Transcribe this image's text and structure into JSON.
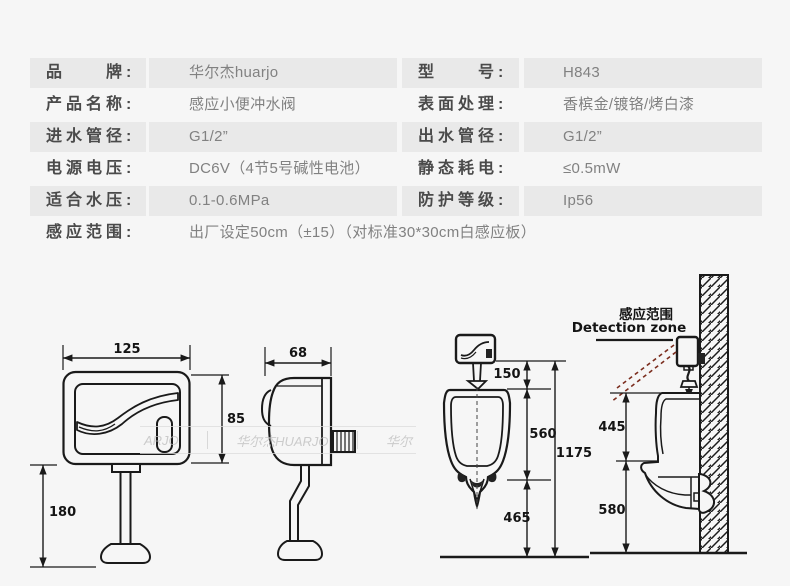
{
  "spec_table": {
    "rows": [
      {
        "cells": [
          {
            "label": "品　　牌:",
            "value": "华尔杰huarjo"
          },
          {
            "label": "型　　号:",
            "value": "H843"
          }
        ]
      },
      {
        "cells": [
          {
            "label": "产品名称:",
            "value": "感应小便冲水阀"
          },
          {
            "label": "表面处理:",
            "value": "香槟金/镀铬/烤白漆"
          }
        ]
      },
      {
        "cells": [
          {
            "label": "进水管径:",
            "value": "G1/2”"
          },
          {
            "label": "出水管径:",
            "value": "G1/2”"
          }
        ]
      },
      {
        "cells": [
          {
            "label": "电源电压:",
            "value": "DC6V（4节5号碱性电池）"
          },
          {
            "label": "静态耗电:",
            "value": "≤0.5mW"
          }
        ]
      },
      {
        "cells": [
          {
            "label": "适合水压:",
            "value": "0.1-0.6MPa"
          },
          {
            "label": "防护等级:",
            "value": "Ip56"
          }
        ]
      },
      {
        "cells": [
          {
            "label": "感应范围:",
            "value": "出厂设定50cm（±15）（对标准30*30cm白感应板）"
          }
        ]
      }
    ]
  },
  "watermark": {
    "fragments": [
      "ARJO",
      "华尔杰HUARJO",
      "华尔"
    ]
  },
  "diagram": {
    "detection_label_cn": "感应范围",
    "detection_label_en": "Detection zone",
    "beam_color": "#7b2d1e",
    "line_color": "#1a1a1a",
    "dims": {
      "valve_width": "125",
      "valve_height": "85",
      "valve_pipe_drop": "180",
      "valve_depth": "68",
      "sensor_to_urinal": "150",
      "urinal_height": "560",
      "urinal_bottom_to_floor": "465",
      "total_height": "1175",
      "rim_to_sensor": "445",
      "rim_height": "580"
    }
  }
}
